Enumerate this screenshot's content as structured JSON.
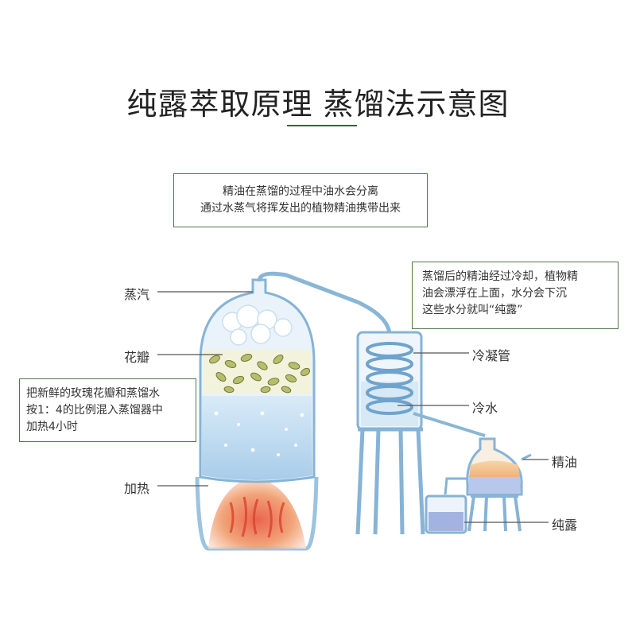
{
  "title": "纯露萃取原理 蒸馏法示意图",
  "notes": {
    "top": [
      "精油在蒸馏的过程中油水会分离",
      "通过水蒸气将挥发出的植物精油携带出来"
    ],
    "right": [
      "蒸馏后的精油经过冷却，植物精",
      "油会漂浮在上面，水分会下沉",
      "这些水分就叫“纯露”"
    ],
    "left": [
      "把新鲜的玫瑰花瓣和蒸馏水",
      "按1：4的比例混入蒸馏器中",
      "加热4小时"
    ]
  },
  "labels": {
    "steam": "蒸汽",
    "petals": "花瓣",
    "heat": "加热",
    "condenser": "冷凝管",
    "cold_water": "冷水",
    "essential_oil": "精油",
    "hydrosol": "纯露"
  },
  "colors": {
    "accent_green": "#4e7a45",
    "glass": "#8ab6d6",
    "water": "#bcd9ef",
    "fire": "#e8533a",
    "petal": "#b4b86a",
    "oil": "#f2c48a",
    "hydrosol": "#8ea3dc"
  }
}
